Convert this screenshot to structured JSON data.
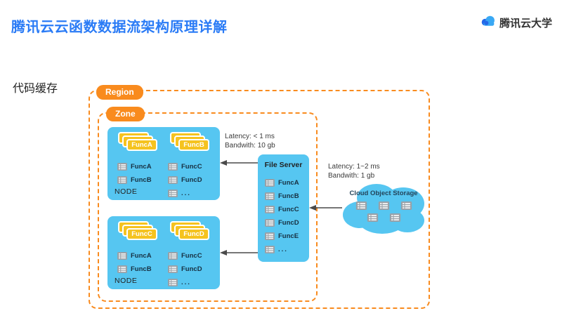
{
  "header": {
    "title": "腾讯云云函数数据流架构原理详解",
    "logo_text": "腾讯云大学"
  },
  "section_label": "代码缓存",
  "diagram": {
    "region_label": "Region",
    "zone_label": "Zone",
    "node_caption": "NODE",
    "ellipsis": "...",
    "nodes": [
      {
        "stack_left": "FuncA",
        "stack_right": "FuncB",
        "list_left": [
          "FuncA",
          "FuncB"
        ],
        "list_right": [
          "FuncC",
          "FuncD"
        ]
      },
      {
        "stack_left": "FuncC",
        "stack_right": "FuncD",
        "list_left": [
          "FuncA",
          "FuncB"
        ],
        "list_right": [
          "FuncC",
          "FuncD"
        ]
      }
    ],
    "file_server": {
      "title": "File Server",
      "items": [
        "FuncA",
        "FuncB",
        "FuncC",
        "FuncD",
        "FuncE"
      ]
    },
    "cloud": {
      "title": "Cloud Object Storage"
    },
    "latency_zone": {
      "line1": "Latency: < 1 ms",
      "line2": "Bandwith: 10 gb"
    },
    "latency_region": {
      "line1": "Latency: 1~2 ms",
      "line2": "Bandwith: 1 gb"
    }
  },
  "colors": {
    "accent_orange": "#F98B1E",
    "box_blue": "#56C6F1",
    "card_yellow": "#F5C31F",
    "title_blue": "#2A7BF6",
    "arrow_gray": "#4a4a4a"
  }
}
